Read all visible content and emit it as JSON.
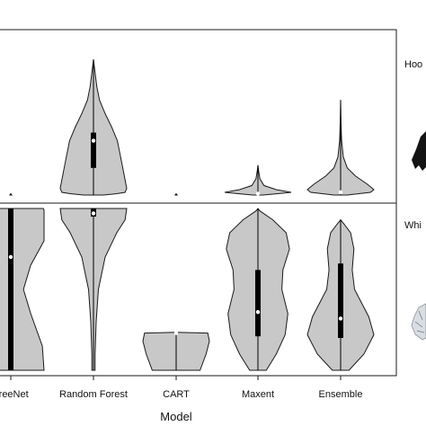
{
  "chart_data": {
    "type": "violin",
    "xlabel": "Model",
    "categories": [
      "TreeNet",
      "Random Forest",
      "CART",
      "Maxent",
      "Ensemble"
    ],
    "panels": [
      {
        "label": "Hoo",
        "ylim": [
          0,
          1
        ],
        "violins": [
          {
            "category": "TreeNet",
            "profile": [
              [
                0,
                0.03
              ],
              [
                0.01,
                0
              ]
            ],
            "median": null,
            "q1": null,
            "q3": null
          },
          {
            "category": "Random Forest",
            "profile": [
              [
                0.0,
                0.3
              ],
              [
                0.01,
                0.7
              ],
              [
                0.02,
                0.95
              ],
              [
                0.05,
                1.0
              ],
              [
                0.1,
                0.96
              ],
              [
                0.2,
                0.88
              ],
              [
                0.3,
                0.8
              ],
              [
                0.4,
                0.72
              ],
              [
                0.5,
                0.55
              ],
              [
                0.6,
                0.35
              ],
              [
                0.7,
                0.18
              ],
              [
                0.8,
                0.1
              ],
              [
                0.9,
                0.05
              ],
              [
                0.96,
                0.02
              ],
              [
                1.0,
                0
              ]
            ],
            "median": 0.4,
            "q1": 0.2,
            "q3": 0.46
          },
          {
            "category": "CART",
            "profile": [
              [
                0,
                0.03
              ],
              [
                0.01,
                0
              ]
            ],
            "median": null,
            "q1": null,
            "q3": null
          },
          {
            "category": "Maxent",
            "profile": [
              [
                0.0,
                0.15
              ],
              [
                0.01,
                0.6
              ],
              [
                0.02,
                1.0
              ],
              [
                0.04,
                0.55
              ],
              [
                0.07,
                0.18
              ],
              [
                0.12,
                0.06
              ],
              [
                0.18,
                0.02
              ],
              [
                0.22,
                0
              ]
            ],
            "median": 0.01,
            "q1": null,
            "q3": null
          },
          {
            "category": "Ensemble",
            "profile": [
              [
                0.0,
                0.2
              ],
              [
                0.02,
                0.9
              ],
              [
                0.04,
                1.0
              ],
              [
                0.08,
                0.8
              ],
              [
                0.14,
                0.45
              ],
              [
                0.2,
                0.2
              ],
              [
                0.28,
                0.08
              ],
              [
                0.4,
                0.03
              ],
              [
                0.55,
                0.01
              ],
              [
                0.7,
                0
              ]
            ],
            "median": 0.02,
            "q1": null,
            "q3": null
          }
        ]
      },
      {
        "label": "Whi",
        "ylim": [
          0,
          1
        ],
        "violins": [
          {
            "category": "TreeNet",
            "profile": [
              [
                0.0,
                1.0
              ],
              [
                0.15,
                0.95
              ],
              [
                0.35,
                0.6
              ],
              [
                0.5,
                0.38
              ],
              [
                0.65,
                0.6
              ],
              [
                0.8,
                1.0
              ],
              [
                0.99,
                1.0
              ],
              [
                1.0,
                0.98
              ]
            ],
            "median": 0.7,
            "q1": 0.0,
            "q3": 1.0
          },
          {
            "category": "Random Forest",
            "profile": [
              [
                0.0,
                0.05
              ],
              [
                0.1,
                0.05
              ],
              [
                0.3,
                0.08
              ],
              [
                0.5,
                0.15
              ],
              [
                0.7,
                0.35
              ],
              [
                0.85,
                0.7
              ],
              [
                0.93,
                0.95
              ],
              [
                1.0,
                1.0
              ]
            ],
            "median": 0.97,
            "q1": 0.95,
            "q3": 1.0
          },
          {
            "category": "CART",
            "profile": [
              [
                0.0,
                0.72
              ],
              [
                0.1,
                0.9
              ],
              [
                0.18,
                1.0
              ],
              [
                0.23,
                0.95
              ],
              [
                0.235,
                0
              ]
            ],
            "median": 0.23,
            "q1": null,
            "q3": null
          },
          {
            "category": "Maxent",
            "profile": [
              [
                0.0,
                0.25
              ],
              [
                0.1,
                0.55
              ],
              [
                0.22,
                0.82
              ],
              [
                0.35,
                0.9
              ],
              [
                0.5,
                0.72
              ],
              [
                0.62,
                0.75
              ],
              [
                0.75,
                0.95
              ],
              [
                0.85,
                0.85
              ],
              [
                0.93,
                0.45
              ],
              [
                0.985,
                0.06
              ],
              [
                1.0,
                0
              ]
            ],
            "median": 0.36,
            "q1": 0.21,
            "q3": 0.62
          },
          {
            "category": "Ensemble",
            "profile": [
              [
                0.0,
                0.25
              ],
              [
                0.1,
                0.7
              ],
              [
                0.22,
                1.0
              ],
              [
                0.33,
                0.85
              ],
              [
                0.5,
                0.42
              ],
              [
                0.62,
                0.35
              ],
              [
                0.75,
                0.4
              ],
              [
                0.85,
                0.3
              ],
              [
                0.9,
                0.12
              ],
              [
                0.93,
                0
              ]
            ],
            "median": 0.32,
            "q1": 0.2,
            "q3": 0.66
          }
        ]
      }
    ],
    "colors": {
      "fill": "#c8c8c8",
      "stroke": "#1a1a1a",
      "box": "#000000",
      "median": "#ffffff",
      "background": "#ffffff"
    }
  }
}
